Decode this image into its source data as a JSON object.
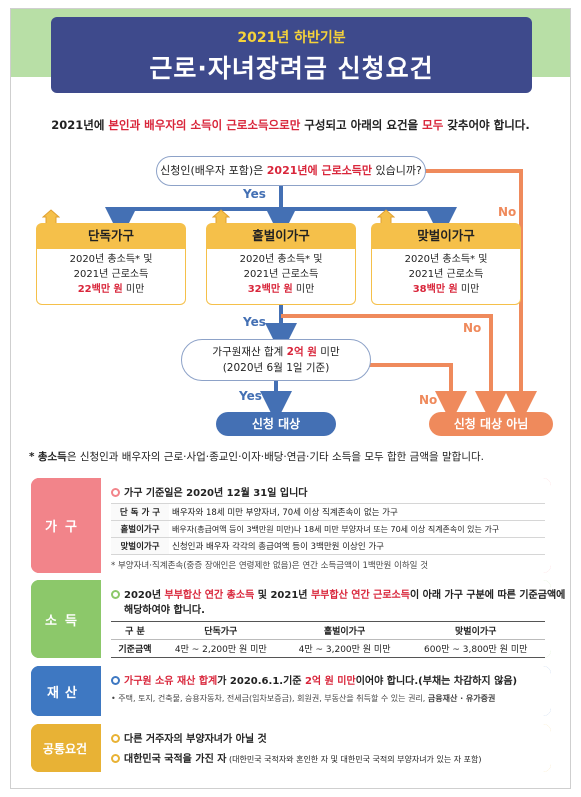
{
  "banner": {
    "subtitle": "2021년 하반기분",
    "title": "근로·자녀장려금 신청요건"
  },
  "intro": {
    "p1": "2021년에 ",
    "p2": "본인과 배우자의 소득이 근로소득으로만",
    "p3": " 구성되고 아래의 요건을 ",
    "p4": "모두",
    "p5": " 갖추어야 합니다."
  },
  "question": {
    "p1": "신청인(배우자 포함)은 ",
    "p2": "2021년에 근로소득만",
    "p3": " 있습니까?"
  },
  "labels": {
    "yes": "Yes",
    "no": "No"
  },
  "households": [
    {
      "name": "단독가구",
      "line1": "2020년 총소득* 및",
      "line2": "2021년 근로소득",
      "amount": "22백만 원",
      "suffix": " 미만"
    },
    {
      "name": "홑벌이가구",
      "line1": "2020년 총소득* 및",
      "line2": "2021년 근로소득",
      "amount": "32백만 원",
      "suffix": " 미만"
    },
    {
      "name": "맞벌이가구",
      "line1": "2020년 총소득* 및",
      "line2": "2021년 근로소득",
      "amount": "38백만 원",
      "suffix": " 미만"
    }
  ],
  "asset_question": {
    "p1": "가구원재산 합계 ",
    "p2": "2억 원",
    "p3": " 미만",
    "line2": "(2020년 6월 1일 기준)"
  },
  "results": {
    "eligible": "신청 대상",
    "not_eligible": "신청 대상 아님"
  },
  "footnote": {
    "star": "*",
    "term": "총소득",
    "text": "은 신청인과 배우자의 근로·사업·종교인·이자·배당·연금·기타 소득을 모두 합한 금액을 말합니다."
  },
  "sections": {
    "household": {
      "tag": "가구",
      "title": "가구 기준일은 2020년 12월 31일 입니다",
      "rows": [
        {
          "k": "단 독 가 구",
          "v": "배우자와 18세 미만 부양자녀, 70세 이상 직계존속이 없는 가구"
        },
        {
          "k": "홑벌이가구",
          "v": "배우자(총급여액 등이 3백만원 미만)나 18세 미만 부양자녀 또는 70세 이상 직계존속이 있는 가구"
        },
        {
          "k": "맞벌이가구",
          "v": "신청인과 배우자 각각의 총급여액 등이 3백만원 이상인 가구"
        }
      ],
      "note": "* 부양자녀·직계존속(중증 장애인은 연령제한 없음)은 연간 소득금액이 1백만원 이하일 것"
    },
    "income": {
      "tag": "소득",
      "t1": "2020년 ",
      "t2": "부부합산 연간 총소득",
      "t3": " 및 2021년 ",
      "t4": "부부합산 연간 근로소득",
      "t5": "이 아래 가구 구분에 따른 기준금액에",
      "t6": "해당하여야 합니다.",
      "headers": [
        "구 분",
        "단독가구",
        "홑벌이가구",
        "맞벌이가구"
      ],
      "row_label": "기준금액",
      "values": [
        "4만 ~ 2,200만 원 미만",
        "4만 ~ 3,200만 원 미만",
        "600만 ~ 3,800만 원 미만"
      ]
    },
    "asset": {
      "tag": "재산",
      "t1": "가구원 소유 재산 합계",
      "t2": "가 2020.6.1.기준 ",
      "t3": "2억 원 미만",
      "t4": "이어야 합니다.(부채는 차감하지 않음)",
      "d1": "• 주택, 토지, 건축물, 승용자동차, 전세금(임차보증금), 회원권, 부동산을 취득할 수 있는 권리, ",
      "d2": "금융재산 · 유가증권"
    },
    "common": {
      "tag": "공통요건",
      "l1": "다른 거주자의 부양자녀가 아닐 것",
      "l2a": "대한민국 국적을 가진 자",
      "l2b": " (대한민국 국적자와 혼인한 자 및 대한민국 국적의 부양자녀가 있는 자 포함)"
    }
  },
  "colors": {
    "yes_blue": "#4470b4",
    "no_orange": "#ef8a5c",
    "highlight_red": "#d9263b",
    "banner_navy": "#3e4a8c"
  }
}
